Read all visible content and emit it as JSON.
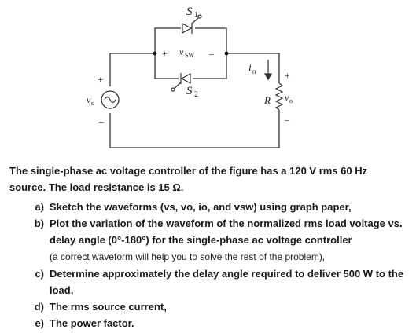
{
  "circuit": {
    "switch1_label": "S",
    "switch1_sub": "1",
    "switch2_label": "S",
    "switch2_sub": "2",
    "vsw_label": "v",
    "vsw_sub": "SW",
    "plus_sign": "+",
    "minus_sign": "–",
    "io_label": "i",
    "io_sub": "o",
    "source_label": "v",
    "source_sub": "s",
    "resistor_label": "R",
    "vo_label": "v",
    "vo_sub": "o"
  },
  "problem": {
    "intro_line1": "The single-phase ac voltage controller of the figure has a 120 V rms 60 Hz",
    "intro_line2": "source. The load resistance is 15 Ω.",
    "items": [
      {
        "label": "a)",
        "text": "Sketch the waveforms (vs, vo, io, and vsw) using graph paper,"
      },
      {
        "label": "b)",
        "text": "Plot the variation of the waveform of the normalized rms load voltage vs. delay angle (0°-180°) for the single-phase ac voltage controller",
        "note": "(a correct waveform will help you to solve the rest of the problem),"
      },
      {
        "label": "c)",
        "text": "Determine approximately the delay angle required to deliver 500 W to the load,"
      },
      {
        "label": "d)",
        "text": "The rms source current,"
      },
      {
        "label": "e)",
        "text": "The power factor."
      }
    ]
  }
}
